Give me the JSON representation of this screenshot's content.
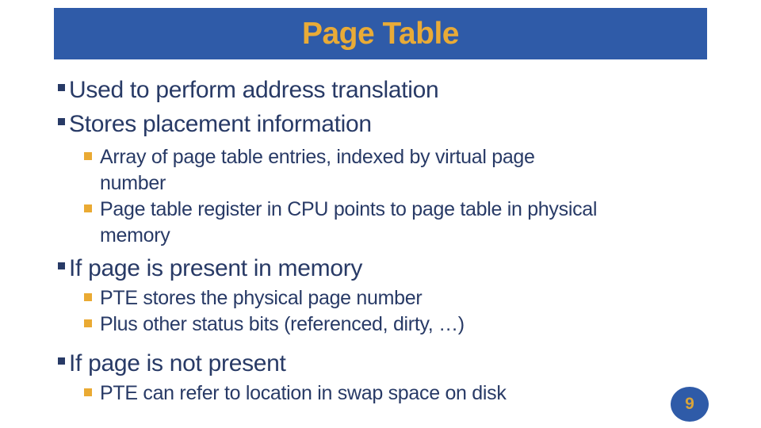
{
  "slide": {
    "header": {
      "title": "Page Table",
      "banner_color": "#2f5ba8",
      "title_color": "#e9ab37"
    },
    "colors": {
      "background": "#ffffff",
      "body_text": "#283a66",
      "level1_bullet": "#283a66",
      "level2_bullet": "#eaaa33"
    },
    "bullets": [
      {
        "level": 1,
        "lines": [
          "Used to perform address translation"
        ]
      },
      {
        "level": 1,
        "lines": [
          "Stores placement information"
        ]
      },
      {
        "level": 2,
        "lines": [
          "Array of page table entries, indexed by virtual page",
          "number"
        ]
      },
      {
        "level": 2,
        "lines": [
          "Page table register in CPU points to page table in physical",
          "memory"
        ]
      },
      {
        "level": 1,
        "lines": [
          "If page is present in memory"
        ]
      },
      {
        "level": 2,
        "lines": [
          "PTE stores the physical page number"
        ]
      },
      {
        "level": 2,
        "lines": [
          "Plus other status bits (referenced, dirty, …)"
        ]
      },
      {
        "level": 1,
        "lines": [
          "If page is not present"
        ]
      },
      {
        "level": 2,
        "lines": [
          "PTE can refer to location in swap space on disk"
        ]
      }
    ],
    "page_badge": {
      "number": "9",
      "background": "#2f5ba8",
      "text_color": "#d9a43a"
    }
  }
}
